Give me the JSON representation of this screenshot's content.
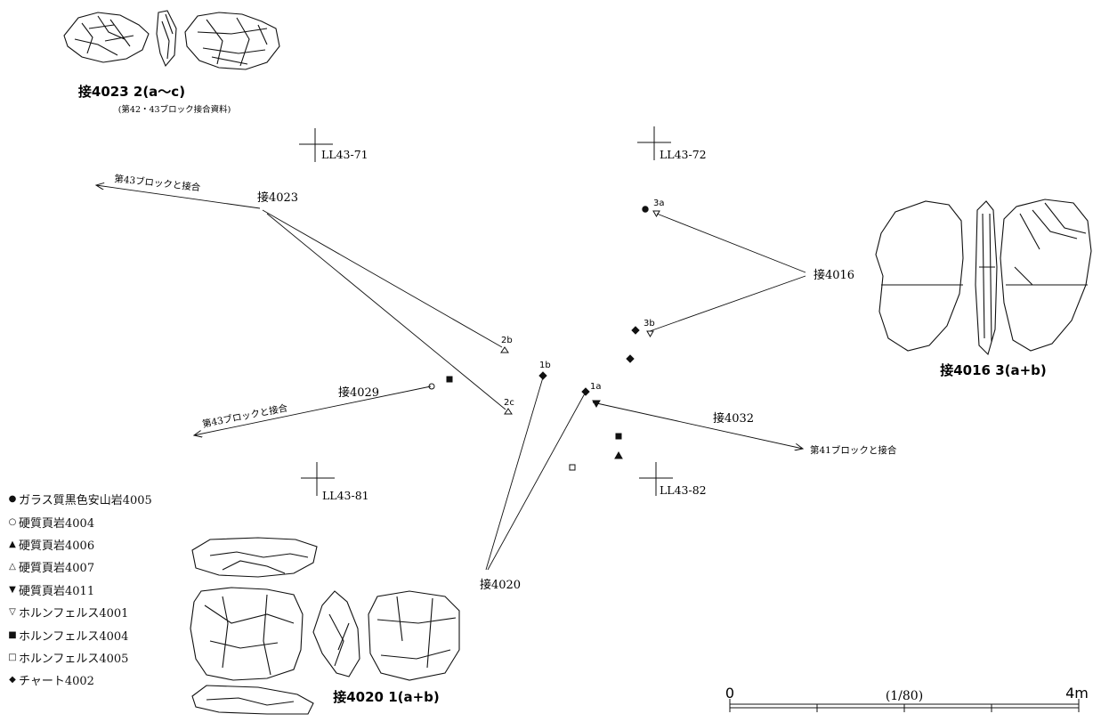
{
  "top_artifact": {
    "title": "接4023 2(a〜c)",
    "note": "(第42・43ブロック接合資料)"
  },
  "right_artifact": {
    "title": "接4016 3(a+b)"
  },
  "bottom_artifact": {
    "title": "接4020 1(a+b)"
  },
  "grid_labels": [
    "LL43-71",
    "LL43-72",
    "LL43-81",
    "LL43-82"
  ],
  "refit_labels": {
    "r4023": "接4023",
    "r4016": "接4016",
    "r4029": "接4029",
    "r4032": "接4032",
    "r4020": "接4020"
  },
  "external_labels": {
    "block43_upper": "第43ブロックと接合",
    "block43_lower": "第43ブロックと接合",
    "block41": "第41ブロックと接合"
  },
  "point_labels": [
    "3a",
    "3b",
    "2b",
    "2c",
    "1b",
    "1a"
  ],
  "legend": [
    {
      "symbol": "●",
      "label": "ガラス質黒色安山岩4005"
    },
    {
      "symbol": "○",
      "label": "硬質頁岩4004"
    },
    {
      "symbol": "▲",
      "label": "硬質頁岩4006"
    },
    {
      "symbol": "△",
      "label": "硬質頁岩4007"
    },
    {
      "symbol": "▼",
      "label": "硬質頁岩4011"
    },
    {
      "symbol": "▽",
      "label": "ホルンフェルス4001"
    },
    {
      "symbol": "■",
      "label": "ホルンフェルス4004"
    },
    {
      "symbol": "□",
      "label": "ホルンフェルス4005"
    },
    {
      "symbol": "◆",
      "label": "チャート4002"
    }
  ],
  "scale": {
    "start": "0",
    "end": "4m",
    "ratio": "(1/80)"
  }
}
